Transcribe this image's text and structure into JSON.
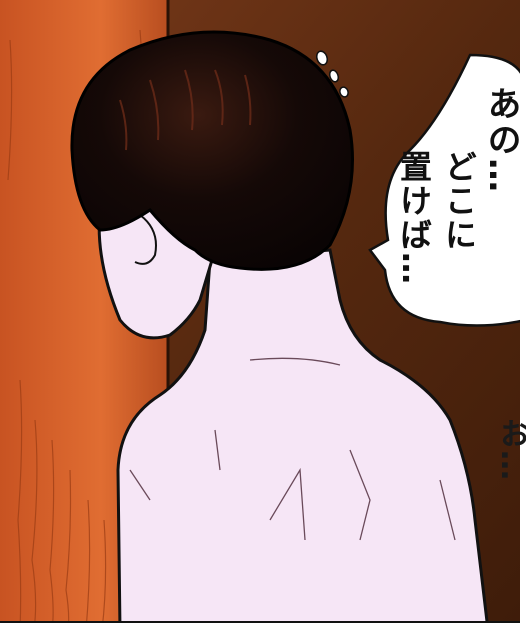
{
  "panel": {
    "speech_bubble": {
      "lines": [
        "あの…",
        "どこに",
        "置けば…"
      ]
    },
    "edge_text": "お…",
    "colors": {
      "wall_left": "#d4602a",
      "wall_right": "#5a2c14",
      "hair": "#120807",
      "skin": "#f6e6f6",
      "bubble": "#ffffff"
    }
  }
}
